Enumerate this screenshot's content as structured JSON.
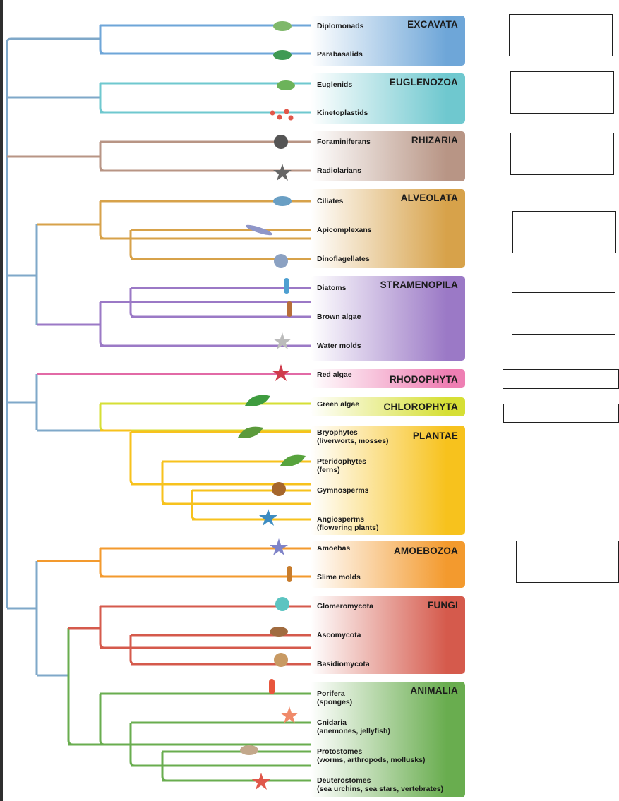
{
  "groups": [
    {
      "key": "excavata",
      "name": "EXCAVATA",
      "color": "#6ea6d8",
      "taxa": [
        {
          "label": "Diplomonads",
          "icon": "diplomonad-icon"
        },
        {
          "label": "Parabasalids",
          "icon": "parabasalid-icon"
        }
      ]
    },
    {
      "key": "euglenozoa",
      "name": "EUGLENOZOA",
      "color": "#6fc8cf",
      "taxa": [
        {
          "label": "Euglenids",
          "icon": "euglenid-icon"
        },
        {
          "label": "Kinetoplastids",
          "icon": "kinetoplastid-icon"
        }
      ]
    },
    {
      "key": "rhizaria",
      "name": "RHIZARIA",
      "color": "#b89585",
      "taxa": [
        {
          "label": "Foraminiferans",
          "icon": "foraminiferan-icon"
        },
        {
          "label": "Radiolarians",
          "icon": "radiolarian-icon"
        }
      ]
    },
    {
      "key": "alveolata",
      "name": "ALVEOLATA",
      "color": "#d7a24a",
      "taxa": [
        {
          "label": "Ciliates",
          "icon": "ciliate-icon"
        },
        {
          "label": "Apicomplexans",
          "icon": "apicomplexan-icon"
        },
        {
          "label": "Dinoflagellates",
          "icon": "dinoflagellate-icon"
        }
      ]
    },
    {
      "key": "stramenopila",
      "name": "STRAMENOPILA",
      "color": "#9b79c6",
      "taxa": [
        {
          "label": "Diatoms",
          "icon": "diatom-icon"
        },
        {
          "label": "Brown algae",
          "icon": "brown-alga-icon"
        },
        {
          "label": "Water molds",
          "icon": "water-mold-icon"
        }
      ]
    },
    {
      "key": "rhodophyta",
      "name": "RHODOPHYTA",
      "color": "#ee7fb3",
      "taxa": [
        {
          "label": "Red algae",
          "icon": "red-alga-icon"
        }
      ]
    },
    {
      "key": "chlorophyta",
      "name": "CHLOROPHYTA",
      "color": "#d6df35",
      "taxa": [
        {
          "label": "Green algae",
          "icon": "green-alga-icon"
        }
      ]
    },
    {
      "key": "plantae",
      "name": "PLANTAE",
      "color": "#f7c21d",
      "taxa": [
        {
          "label": "Bryophytes\n(liverworts, mosses)",
          "icon": "moss-icon"
        },
        {
          "label": "Pteridophytes\n(ferns)",
          "icon": "fern-icon"
        },
        {
          "label": "Gymnosperms",
          "icon": "pine-cone-icon"
        },
        {
          "label": "Angiosperms\n(flowering plants)",
          "icon": "flower-icon"
        }
      ]
    },
    {
      "key": "amoebozoa",
      "name": "AMOEBOZOA",
      "color": "#f39a2e",
      "taxa": [
        {
          "label": "Amoebas",
          "icon": "amoeba-icon"
        },
        {
          "label": "Slime molds",
          "icon": "slime-mold-icon"
        }
      ]
    },
    {
      "key": "fungi",
      "name": "FUNGI",
      "color": "#d55a4c",
      "taxa": [
        {
          "label": "Glomeromycota",
          "icon": "glomeromycota-icon"
        },
        {
          "label": "Ascomycota",
          "icon": "morel-icon"
        },
        {
          "label": "Basidiomycota",
          "icon": "mushroom-icon"
        }
      ]
    },
    {
      "key": "animalia",
      "name": "ANIMALIA",
      "color": "#69ad4f",
      "taxa": [
        {
          "label": "Porifera\n(sponges)",
          "icon": "sponge-icon"
        },
        {
          "label": "Cnidaria\n(anemones, jellyfish)",
          "icon": "anemone-icon"
        },
        {
          "label": "Protostomes\n(worms, arthropods, mollusks)",
          "icon": "clam-icon"
        },
        {
          "label": "Deuterostomes\n(sea urchins, sea stars, vertebrates)",
          "icon": "sea-star-icon"
        }
      ]
    }
  ],
  "tree_colors": {
    "root": "#7fa8c9",
    "plants_clade": "#e26aa6",
    "alveolata_stramenopila": "#d7a24a"
  }
}
